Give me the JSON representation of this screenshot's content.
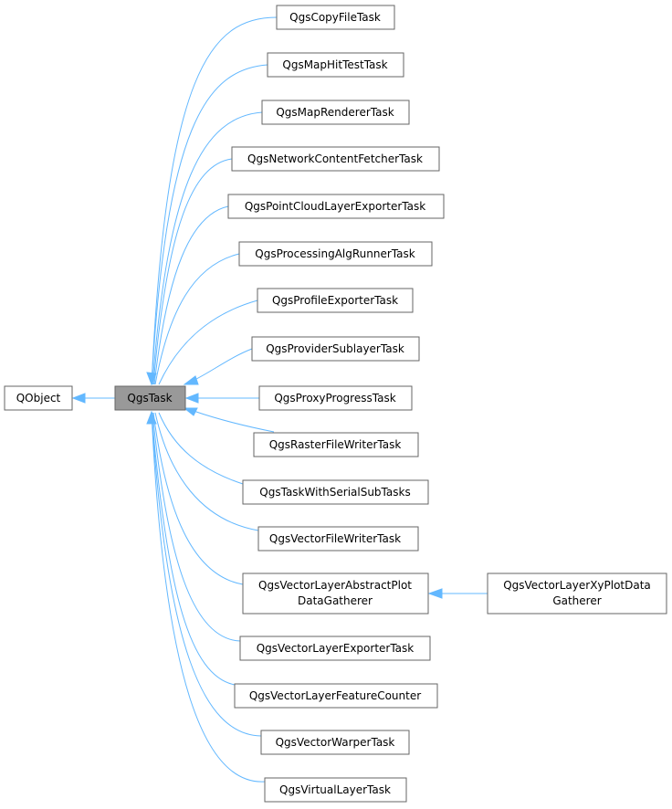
{
  "colors": {
    "edge": "#63b8ff",
    "highlight": "#999999",
    "border": "#666666"
  },
  "nodes": {
    "qobject": "QObject",
    "qgstask": "QgsTask",
    "copyfile": "QgsCopyFileTask",
    "maphittest": "QgsMapHitTestTask",
    "maprenderer": "QgsMapRendererTask",
    "networkfetcher": "QgsNetworkContentFetcherTask",
    "pointcloud": "QgsPointCloudLayerExporterTask",
    "processingalg": "QgsProcessingAlgRunnerTask",
    "profileexporter": "QgsProfileExporterTask",
    "providersublayer": "QgsProviderSublayerTask",
    "proxyprogress": "QgsProxyProgressTask",
    "rasterwriter": "QgsRasterFileWriterTask",
    "serialsubtasks": "QgsTaskWithSerialSubTasks",
    "vectorwriter": "QgsVectorFileWriterTask",
    "abstractplot_l1": "QgsVectorLayerAbstractPlot",
    "abstractplot_l2": "DataGatherer",
    "vlexporter": "QgsVectorLayerExporterTask",
    "featurecounter": "QgsVectorLayerFeatureCounter",
    "warper": "QgsVectorWarperTask",
    "virtuallayer": "QgsVirtualLayerTask",
    "xyplot_l1": "QgsVectorLayerXyPlotData",
    "xyplot_l2": "Gatherer"
  }
}
